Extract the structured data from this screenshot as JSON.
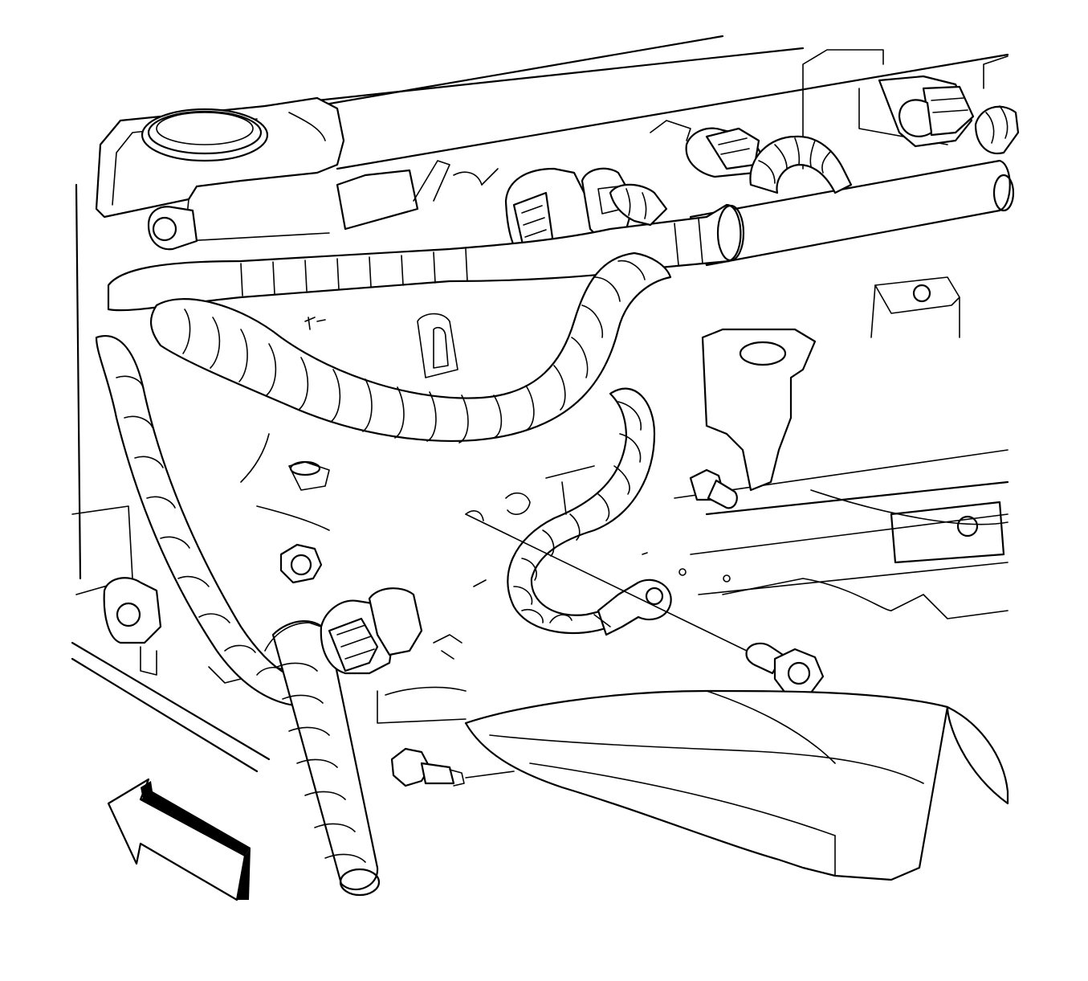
{
  "figure": {
    "type": "line-art",
    "colors": {
      "ink": "#000000",
      "paper": "#ffffff"
    },
    "parts": [
      "valve-cover",
      "oil-filler-cap",
      "ignition-coil-connectors",
      "engine-wiring-harness",
      "fuel-rail",
      "harness-ground-eyelet",
      "ground-bolt",
      "sensor-connector",
      "oxygen-sensor",
      "exhaust-manifold-heat-shield",
      "front-direction-arrow"
    ]
  }
}
